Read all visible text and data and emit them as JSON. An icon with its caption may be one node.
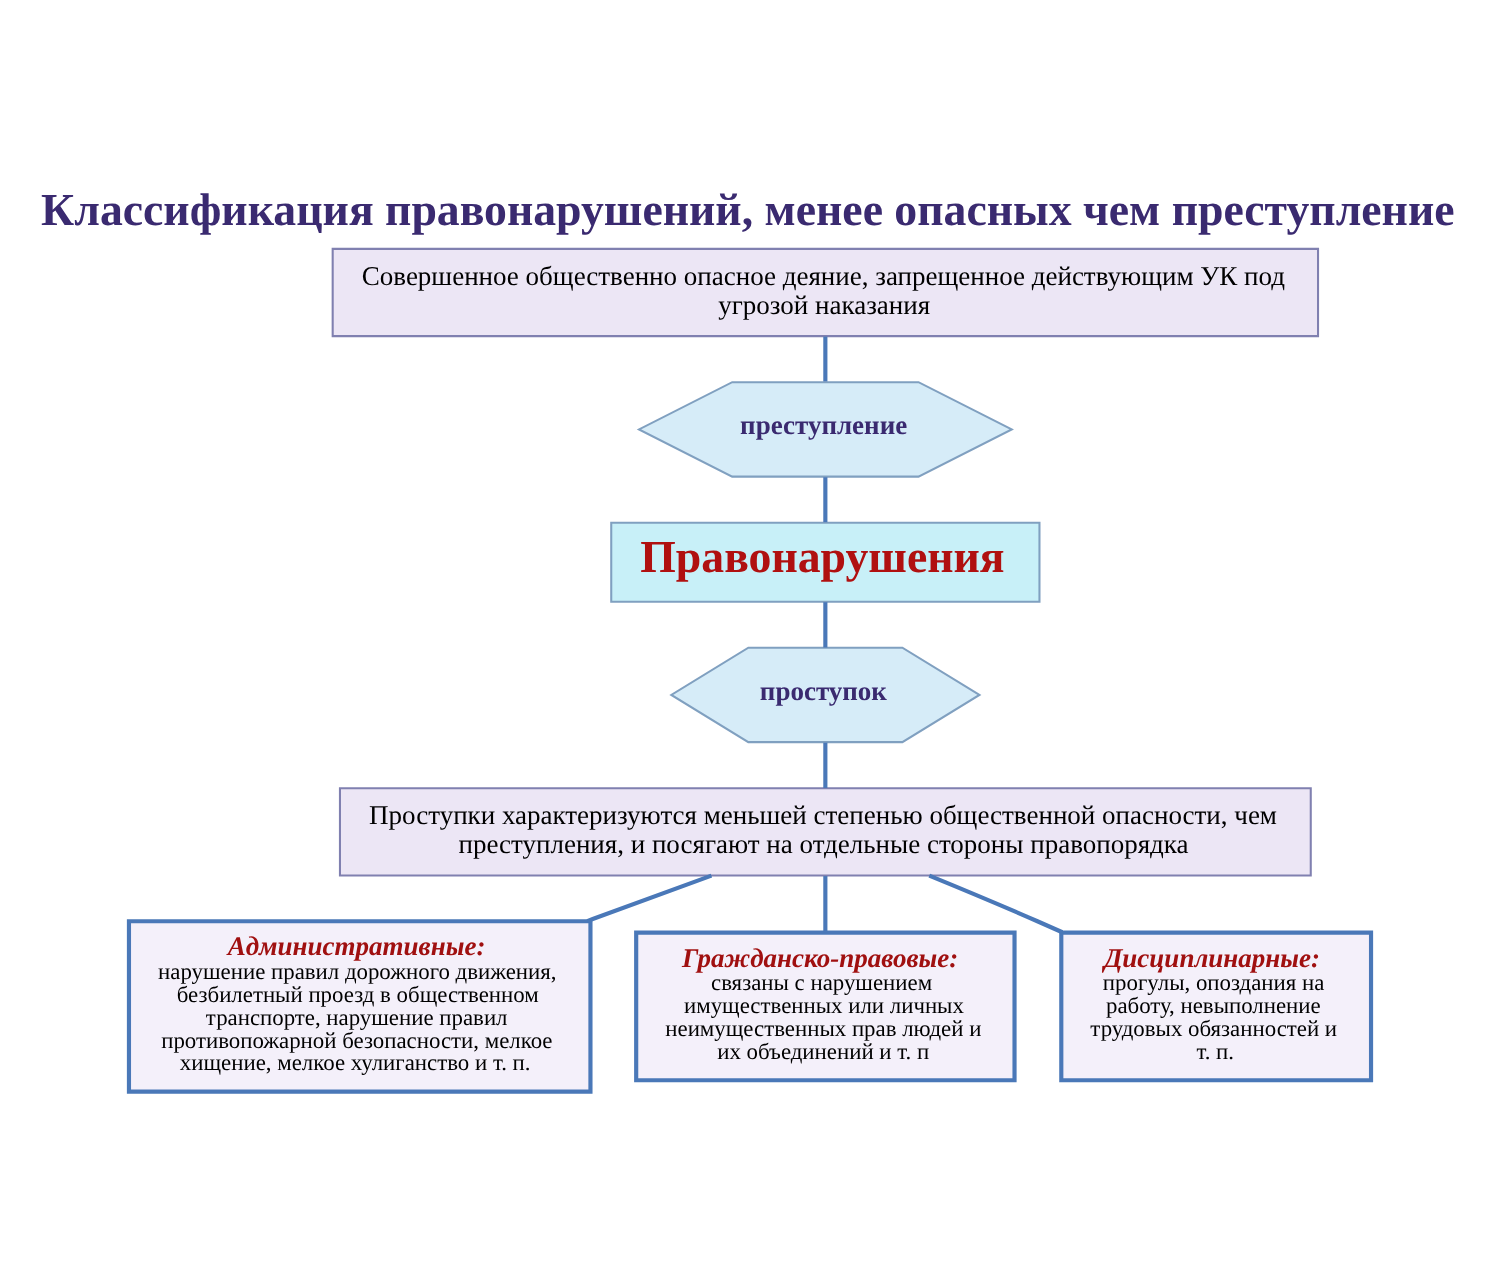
{
  "diagram": {
    "title": "Классификация правонарушений, менее опасных чем преступление",
    "nodes": [
      {
        "text": [
          "Совершенное общественно опасное деяние, запрещенное действующим УК под угрозой наказания"
        ]
      },
      {
        "text": [
          "преступление"
        ]
      },
      {
        "text": [
          "Правонарушения"
        ]
      },
      {
        "text": [
          "проступок"
        ]
      },
      {
        "text": [
          "Проступки характеризуются меньшей степенью общественной опасности, чем преступления, и посягают на отдельные стороны правопорядка"
        ]
      },
      {
        "text": [
          "Административные:",
          "нарушение правил дорожного движения, безбилетный проезд в общественном транспорте, нарушение правил противопожарной безопасности, мелкое хищение, мелкое хулиганство и т. п."
        ]
      },
      {
        "text": [
          "Гражданско-правовые:",
          "связаны с нарушением имущественных или личных неимущественных прав людей и их объединений и т. п"
        ]
      },
      {
        "text": [
          "Дисциплинарные:",
          "прогулы, опоздания на работу, невыполнение трудовых обязанностей и т. п."
        ]
      }
    ],
    "edges": [
      {
        "from": 0,
        "to": 1,
        "arrow": "none"
      },
      {
        "from": 1,
        "to": 2,
        "arrow": "none"
      },
      {
        "from": 2,
        "to": 3,
        "arrow": "none"
      },
      {
        "from": 3,
        "to": 4,
        "arrow": "none"
      },
      {
        "from": 4,
        "to": 5,
        "arrow": "none"
      },
      {
        "from": 4,
        "to": 6,
        "arrow": "none"
      },
      {
        "from": 4,
        "to": 7,
        "arrow": "none"
      }
    ]
  }
}
